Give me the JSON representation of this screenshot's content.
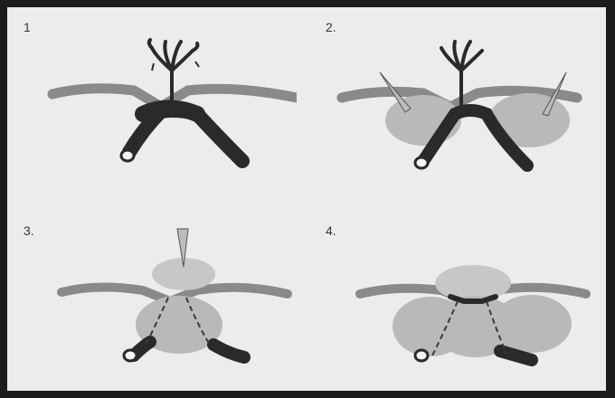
{
  "panels": [
    {
      "label": "1"
    },
    {
      "label": "2."
    },
    {
      "label": "3."
    },
    {
      "label": "4."
    }
  ],
  "colors": {
    "background": "#ececec",
    "outer_border": "#1c1c1c",
    "dark_vessel": "#2a2a2a",
    "light_vessel": "#8a8a8a",
    "injected_mass": "#b9b9b9",
    "dashed_vessel": "#3a3a3a"
  },
  "icons": [
    "bleeding-vessel-tuft-icon",
    "injection-needle-icon",
    "vessel-lumen-icon"
  ]
}
